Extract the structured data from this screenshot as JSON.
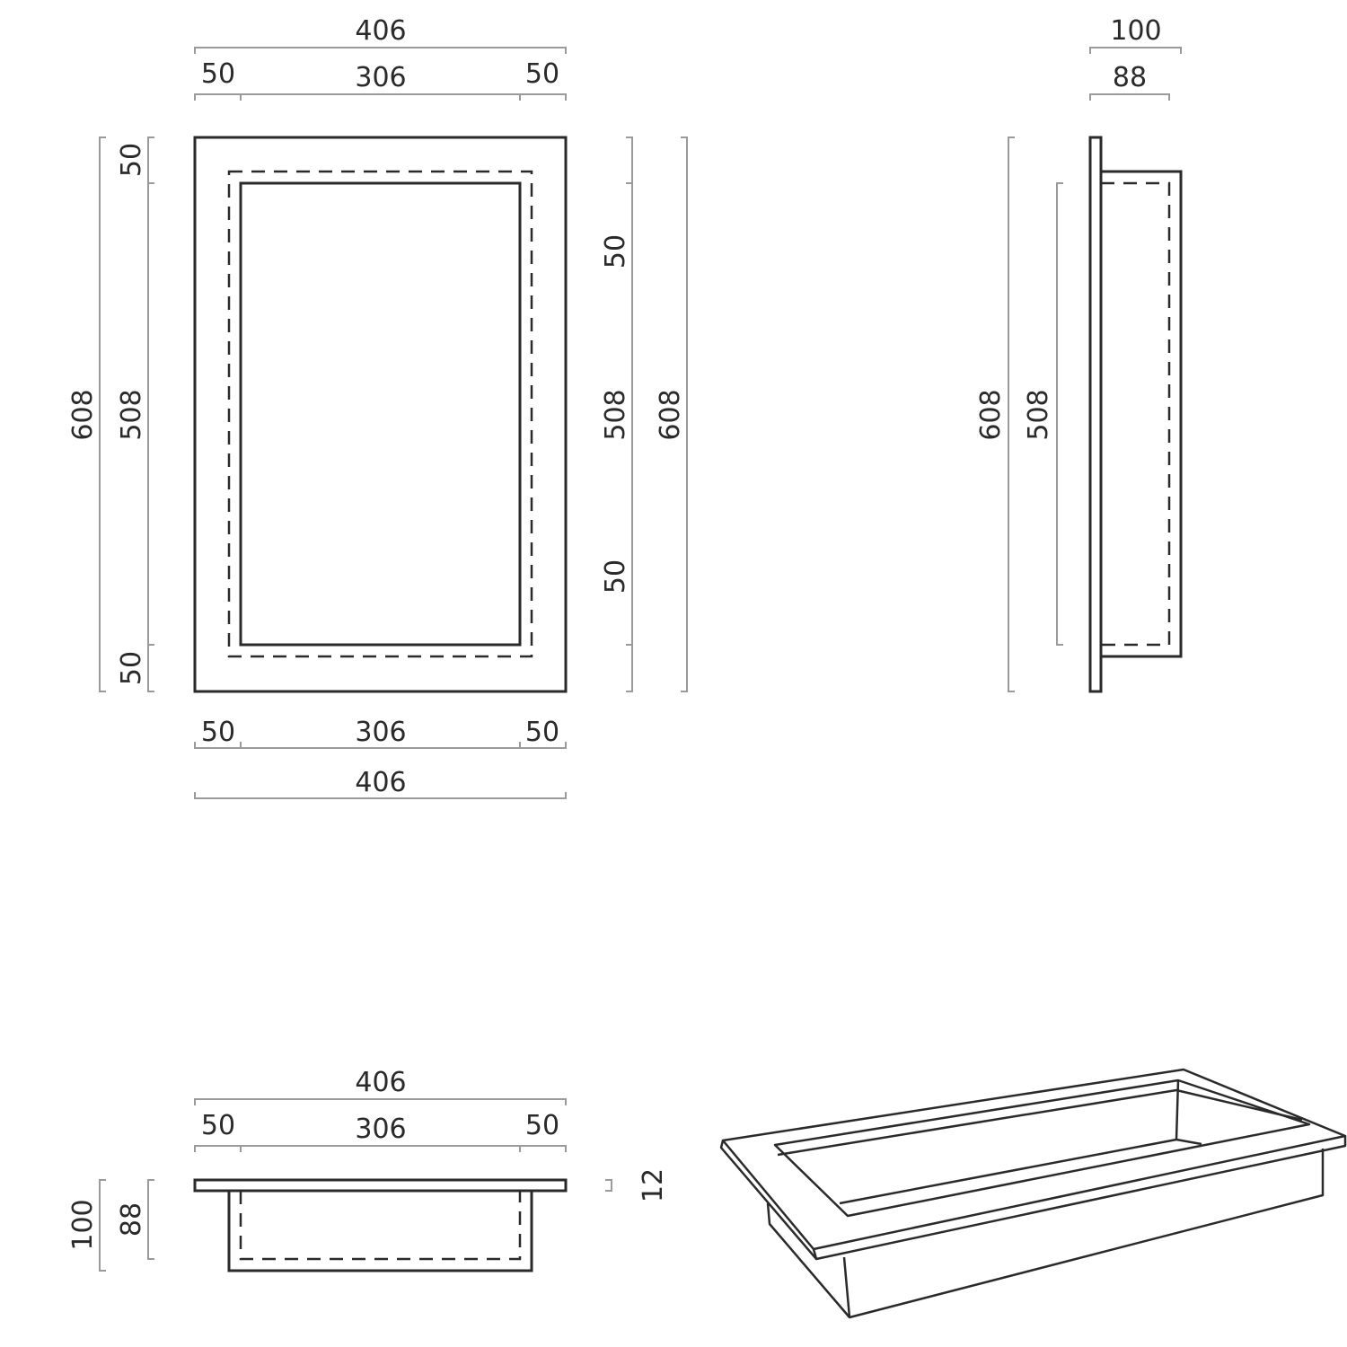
{
  "front_view": {
    "top": {
      "overall": "406",
      "left": "50",
      "middle": "306",
      "right": "50"
    },
    "bottom": {
      "overall": "406",
      "left": "50",
      "middle": "306",
      "right": "50"
    },
    "left": {
      "overall": "608",
      "top": "50",
      "middle": "508",
      "bottom": "50"
    },
    "right": {
      "top": "50",
      "middle": "508",
      "bottom": "50",
      "overall": "608"
    }
  },
  "side_view": {
    "top": {
      "overall": "100",
      "inner": "88"
    },
    "left": {
      "overall": "608",
      "inner": "508"
    }
  },
  "top_view": {
    "top": {
      "overall": "406",
      "left": "50",
      "middle": "306",
      "right": "50"
    },
    "left": {
      "overall": "100",
      "inner": "88"
    },
    "right": {
      "thickness": "12"
    }
  }
}
